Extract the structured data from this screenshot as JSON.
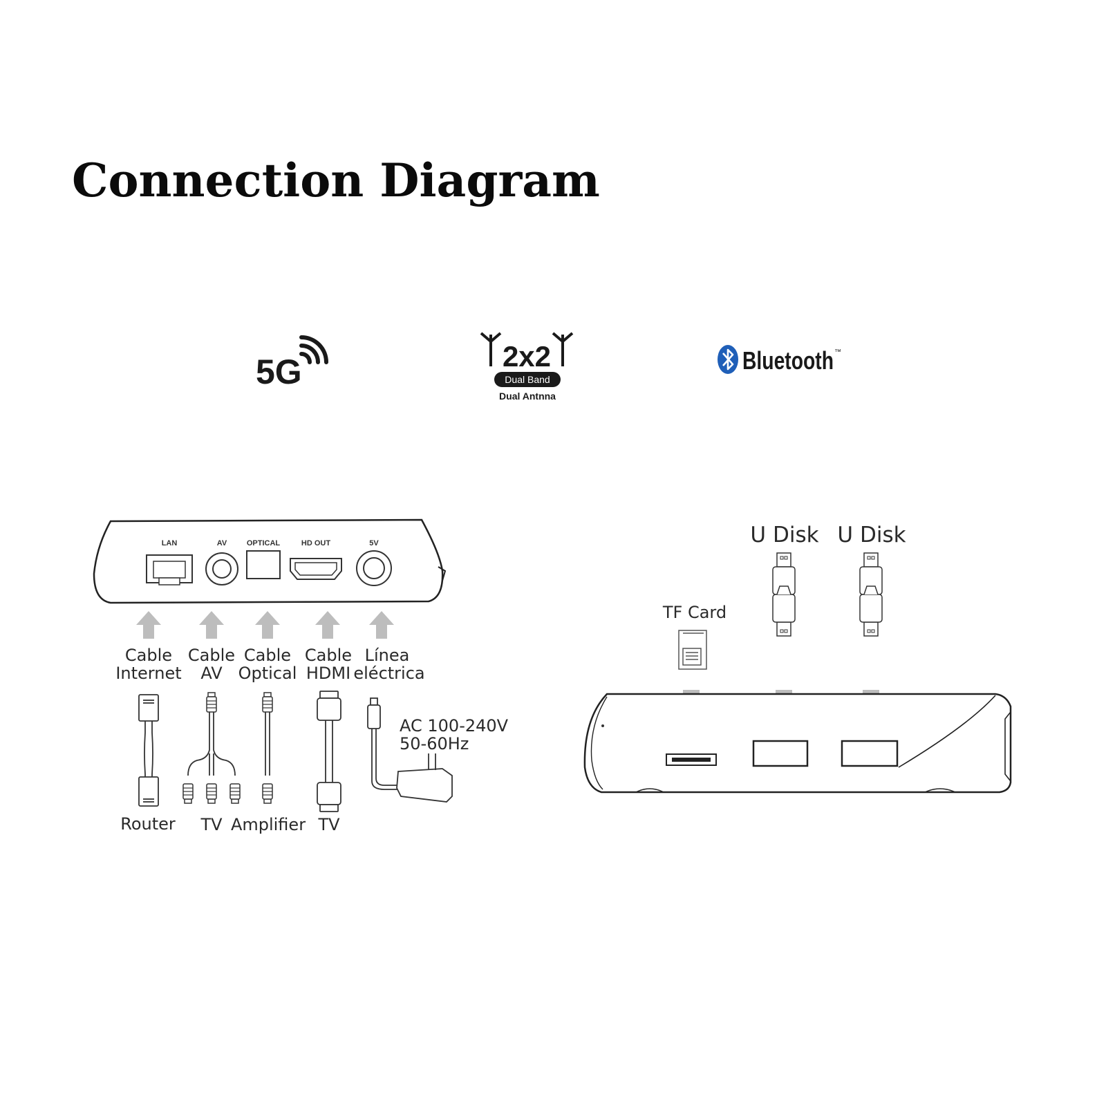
{
  "title": "Connection Diagram",
  "features": {
    "fiveg": "5G",
    "antenna": {
      "mark": "2x2",
      "badge": "Dual Band",
      "caption": "Dual Antnna"
    },
    "bluetooth": "Bluetooth",
    "bluetooth_tm": "™"
  },
  "rear_panel": {
    "ports": [
      "LAN",
      "AV",
      "OPTICAL",
      "HD OUT",
      "5V"
    ],
    "cables": [
      {
        "line1": "Cable",
        "line2": "Internet"
      },
      {
        "line1": "Cable",
        "line2": "AV"
      },
      {
        "line1": "Cable",
        "line2": "Optical"
      },
      {
        "line1": "Cable",
        "line2": "HDMI"
      },
      {
        "line1": "Línea",
        "line2": "eléctrica"
      }
    ],
    "devices": [
      "Router",
      "TV",
      "Amplifier",
      "TV"
    ],
    "power": {
      "line1": "AC 100-240V",
      "line2": "50-60Hz"
    }
  },
  "side_panel": {
    "tf_card": "TF Card",
    "udisk_1": "U Disk",
    "udisk_2": "U Disk"
  },
  "colors": {
    "arrow": "#bdbdbd",
    "outline": "#333333",
    "text": "#2a2a2a",
    "bluetooth_blue": "#1f5fb8"
  }
}
